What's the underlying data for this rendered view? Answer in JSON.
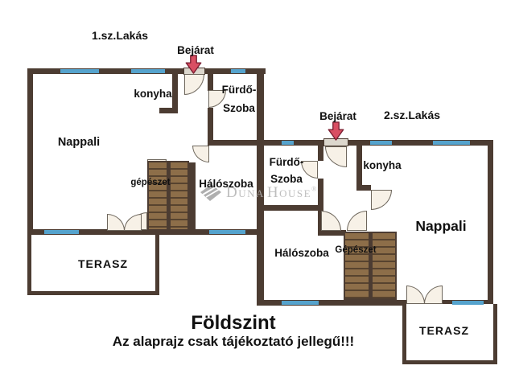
{
  "colors": {
    "wall": "#4c3c32",
    "window": "#55a3cd",
    "stair_fill": "#8d6e49",
    "stair_line": "#57432f",
    "door_fill": "#f7f1e7",
    "opening_fill": "#dcd7cd",
    "arrow_fill": "#d94f63",
    "arrow_stroke": "#7c2033",
    "watermark_grey": "#b3b3b3",
    "text": "#111111"
  },
  "apartment1": {
    "name": "1.sz.Lakás",
    "entrance_label": "Bejárat",
    "rooms": {
      "kitchen": "konyha",
      "bathroom_line1": "Fürdő-",
      "bathroom_line2": "Szoba",
      "living": "Nappali",
      "mechanical": "gépészet",
      "bedroom": "Hálószoba",
      "terrace": "TERASZ"
    }
  },
  "apartment2": {
    "name": "2.sz.Lakás",
    "entrance_label": "Bejárat",
    "rooms": {
      "kitchen": "konyha",
      "bathroom_line1": "Fürdő-",
      "bathroom_line2": "Szoba",
      "living": "Nappali",
      "mechanical": "Gépészet",
      "bedroom": "Hálószoba",
      "terrace": "TERASZ"
    }
  },
  "footer": {
    "floor_title": "Földszint",
    "disclaimer": "Az alaprajz csak tájékoztató jellegű!!!"
  },
  "watermark": {
    "brand_part1": "Duna",
    "brand_part2": "House",
    "registered": "®",
    "logo_icon": "duna-house-diamond-icon"
  }
}
